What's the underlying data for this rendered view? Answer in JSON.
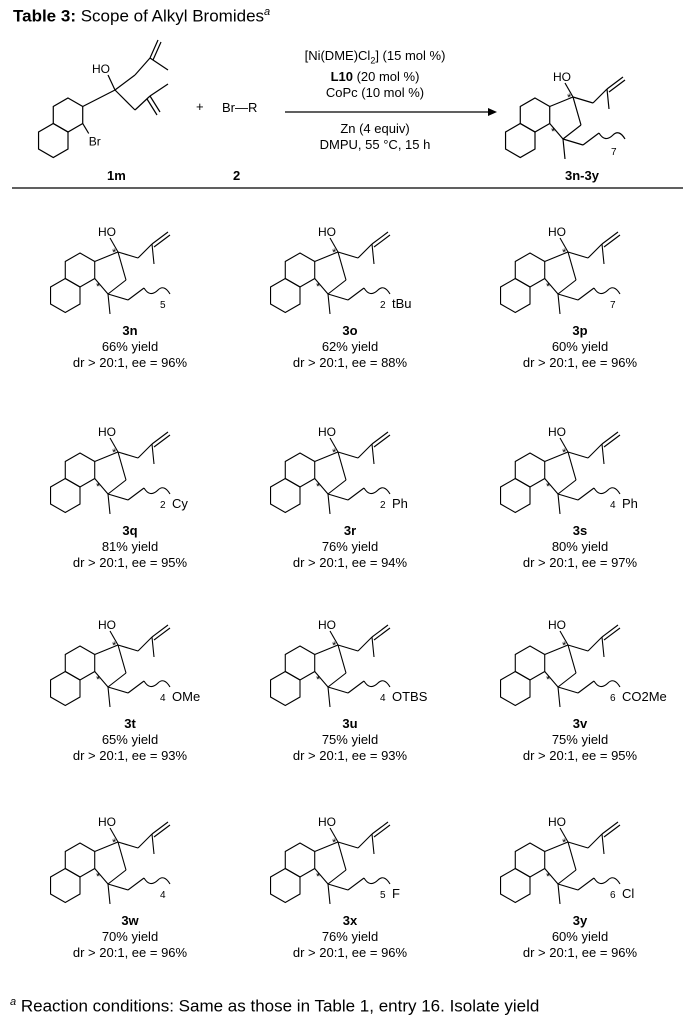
{
  "title": {
    "prefix": "Table 3:",
    "text": "Scope of Alkyl Bromides",
    "sup": "a"
  },
  "scheme": {
    "substrate_label": "1m",
    "reagent_label": "2",
    "product_label": "3n-3y",
    "plus": "+",
    "reagent": "Br—R",
    "ho": "HO",
    "br": "Br",
    "subscript_n": "7",
    "conditions_above": [
      "[Ni(DME)Cl2] (15 mol %)",
      "L10 (20 mol %)",
      "CoPc (10 mol %)"
    ],
    "conditions_below": [
      "Zn (4 equiv)",
      "DMPU, 55 °C, 15 h"
    ]
  },
  "products": [
    {
      "id": "3n",
      "yield": "66% yield",
      "sel": "dr > 20:1, ee = 96%",
      "n": "5",
      "group": ""
    },
    {
      "id": "3o",
      "yield": "62% yield",
      "sel": "dr > 20:1, ee = 88%",
      "n": "2",
      "group": "tBu"
    },
    {
      "id": "3p",
      "yield": "60% yield",
      "sel": "dr > 20:1, ee = 96%",
      "n": "7",
      "group": ""
    },
    {
      "id": "3q",
      "yield": "81% yield",
      "sel": "dr > 20:1, ee = 95%",
      "n": "2",
      "group": "Cy"
    },
    {
      "id": "3r",
      "yield": "76% yield",
      "sel": "dr > 20:1, ee = 94%",
      "n": "2",
      "group": "Ph"
    },
    {
      "id": "3s",
      "yield": "80% yield",
      "sel": "dr > 20:1, ee = 97%",
      "n": "4",
      "group": "Ph"
    },
    {
      "id": "3t",
      "yield": "65% yield",
      "sel": "dr > 20:1, ee = 93%",
      "n": "4",
      "group": "OMe"
    },
    {
      "id": "3u",
      "yield": "75% yield",
      "sel": "dr > 20:1, ee = 93%",
      "n": "4",
      "group": "OTBS"
    },
    {
      "id": "3v",
      "yield": "75% yield",
      "sel": "dr > 20:1, ee = 95%",
      "n": "6",
      "group": "CO2Me"
    },
    {
      "id": "3w",
      "yield": "70% yield",
      "sel": "dr > 20:1, ee = 96%",
      "n": "4",
      "group": ""
    },
    {
      "id": "3x",
      "yield": "76% yield",
      "sel": "dr > 20:1, ee = 96%",
      "n": "5",
      "group": "F"
    },
    {
      "id": "3y",
      "yield": "60% yield",
      "sel": "dr > 20:1, ee = 96%",
      "n": "6",
      "group": "Cl"
    }
  ],
  "footnote": {
    "sup": "a",
    "text": "Reaction conditions: Same as those in Table 1, entry 16. Isolate yield"
  }
}
